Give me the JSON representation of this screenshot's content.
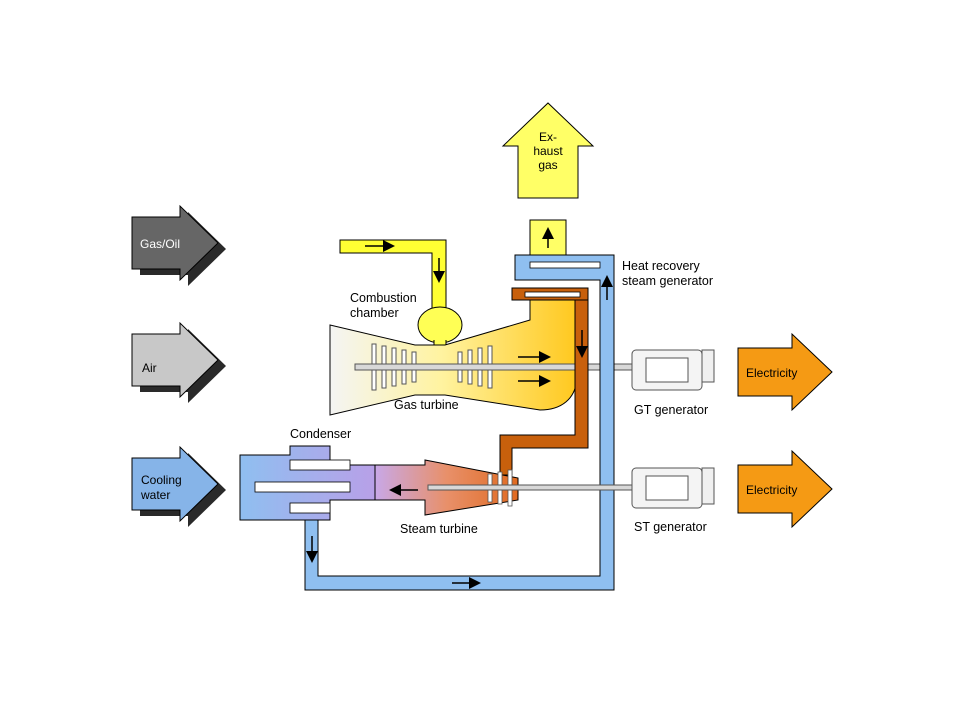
{
  "inputs": {
    "gas_oil": {
      "label": "Gas/Oil",
      "color": "#666666"
    },
    "air": {
      "label": "Air",
      "color": "#c8c8c8"
    },
    "cooling_water": {
      "label_line1": "Cooling",
      "label_line2": "water",
      "color": "#86b4e8"
    }
  },
  "outputs": {
    "electricity_gt": {
      "label": "Electricity",
      "color": "#f59a14"
    },
    "electricity_st": {
      "label": "Electricity",
      "color": "#f59a14"
    },
    "exhaust_gas": {
      "label_line1": "Ex-",
      "label_line2": "haust",
      "label_line3": "gas",
      "color": "#ffff66"
    }
  },
  "components": {
    "combustion_chamber": {
      "label_line1": "Combustion",
      "label_line2": "chamber"
    },
    "gas_turbine": {
      "label": "Gas turbine"
    },
    "hrsg": {
      "label_line1": "Heat recovery",
      "label_line2": "steam generator"
    },
    "gt_generator": {
      "label": "GT generator"
    },
    "st_generator": {
      "label": "ST generator"
    },
    "condenser": {
      "label": "Condenser"
    },
    "steam_turbine": {
      "label": "Steam turbine"
    }
  },
  "colors": {
    "water_pipe": "#8fbff0",
    "steam_pipe": "#c8600c",
    "fuel_line": "#ffff33",
    "hot_gas": "#ffd633"
  }
}
